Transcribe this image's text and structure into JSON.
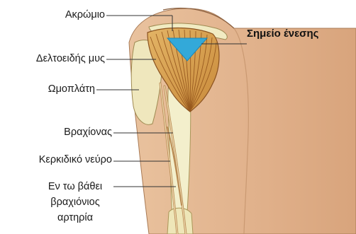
{
  "labels": {
    "acromion": "Ακρώμιο",
    "deltoid": "Δελτοειδής μυς",
    "scapula": "Ωμοπλάτη",
    "humerus": "Βραχίονας",
    "radial_nerve": "Κερκιδικό νεύρο",
    "deep_brachial_artery_line1": "Εν τω βάθει",
    "deep_brachial_artery_line2": "βραχιόνιος",
    "deep_brachial_artery_line3": "αρτηρία",
    "injection_site": "Σημείο ένεσης"
  },
  "colors": {
    "skin": "#e2b58f",
    "skin_shadow": "#cf9d74",
    "bone": "#f2eec8",
    "muscle": "#d9a556",
    "muscle_fiber": "#9a5a1c",
    "injection_marker": "#33a9d9",
    "leader_line": "#333333"
  },
  "icons": {
    "injection_marker": "triangle-marker-icon"
  }
}
